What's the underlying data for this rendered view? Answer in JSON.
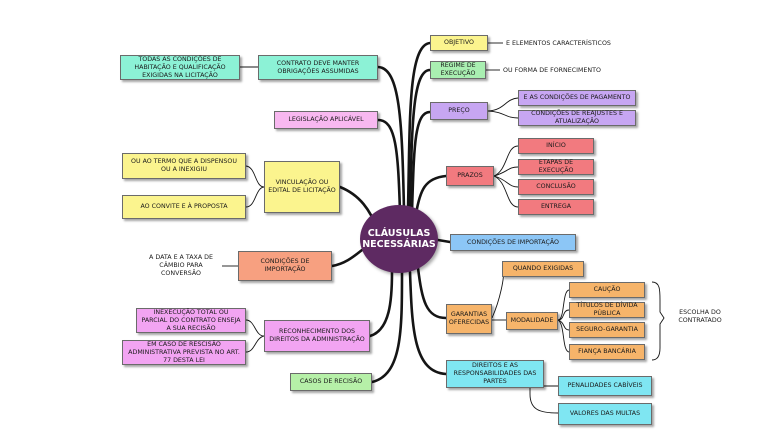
{
  "center": {
    "line1": "Cláusulas",
    "line2": "Necessárias"
  },
  "nodes": {
    "objetivo": "Objetivo",
    "objetivo_note": "E elementos característicos",
    "regime": "Regime de execução",
    "regime_note": "ou forma de fornecimento",
    "preco": "Preço",
    "preco_pagamento": "E as condições de pagamento",
    "preco_reajustes": "Condições de reajustes e atualização",
    "prazos": "Prazos",
    "prazo_inicio": "Início",
    "prazo_etapas": "Etapas de execução",
    "prazo_conclusao": "Conclusão",
    "prazo_entrega": "Entrega",
    "importacao_right": "Condições de importação",
    "quando_exigidas": "Quando exigidas",
    "garantias": "Garantias oferecidas",
    "modalidade": "Modalidade",
    "caucao": "Caução",
    "titulos": "Títulos de dívida pública",
    "seguro": "Seguro-garantia",
    "fianca": "Fiança bancária",
    "escolha": "Escolha do contratado",
    "direitos": "Direitos e as responsabilidades das partes",
    "penalidades": "Penalidades cabíveis",
    "valores_multas": "Valores das multas",
    "contrato_manter": "Contrato deve manter obrigações assumidas",
    "todas_condicoes": "Todas as condições de habitação e qualificação exigidas na licitação",
    "legislacao": "Legislação aplicável",
    "vinculacao": "Vinculação ou edital de licitação",
    "termo_dispensou": "Ou ao termo que a dispensou ou a inexigiu",
    "convite": "Ao convite e à proposta",
    "importacao_left": "Condições de importação",
    "data_taxa": "A data e a taxa de câmbio para conversão",
    "reconhecimento": "Reconhecimento dos direitos da administração",
    "inexecucao": "Inexecução total ou parcial do contrato enseja a sua recisão",
    "rescisao_adm": "Em caso de rescisão administrativa prevista no art. 77 desta lei",
    "casos_recisao": "Casos de recisão"
  }
}
